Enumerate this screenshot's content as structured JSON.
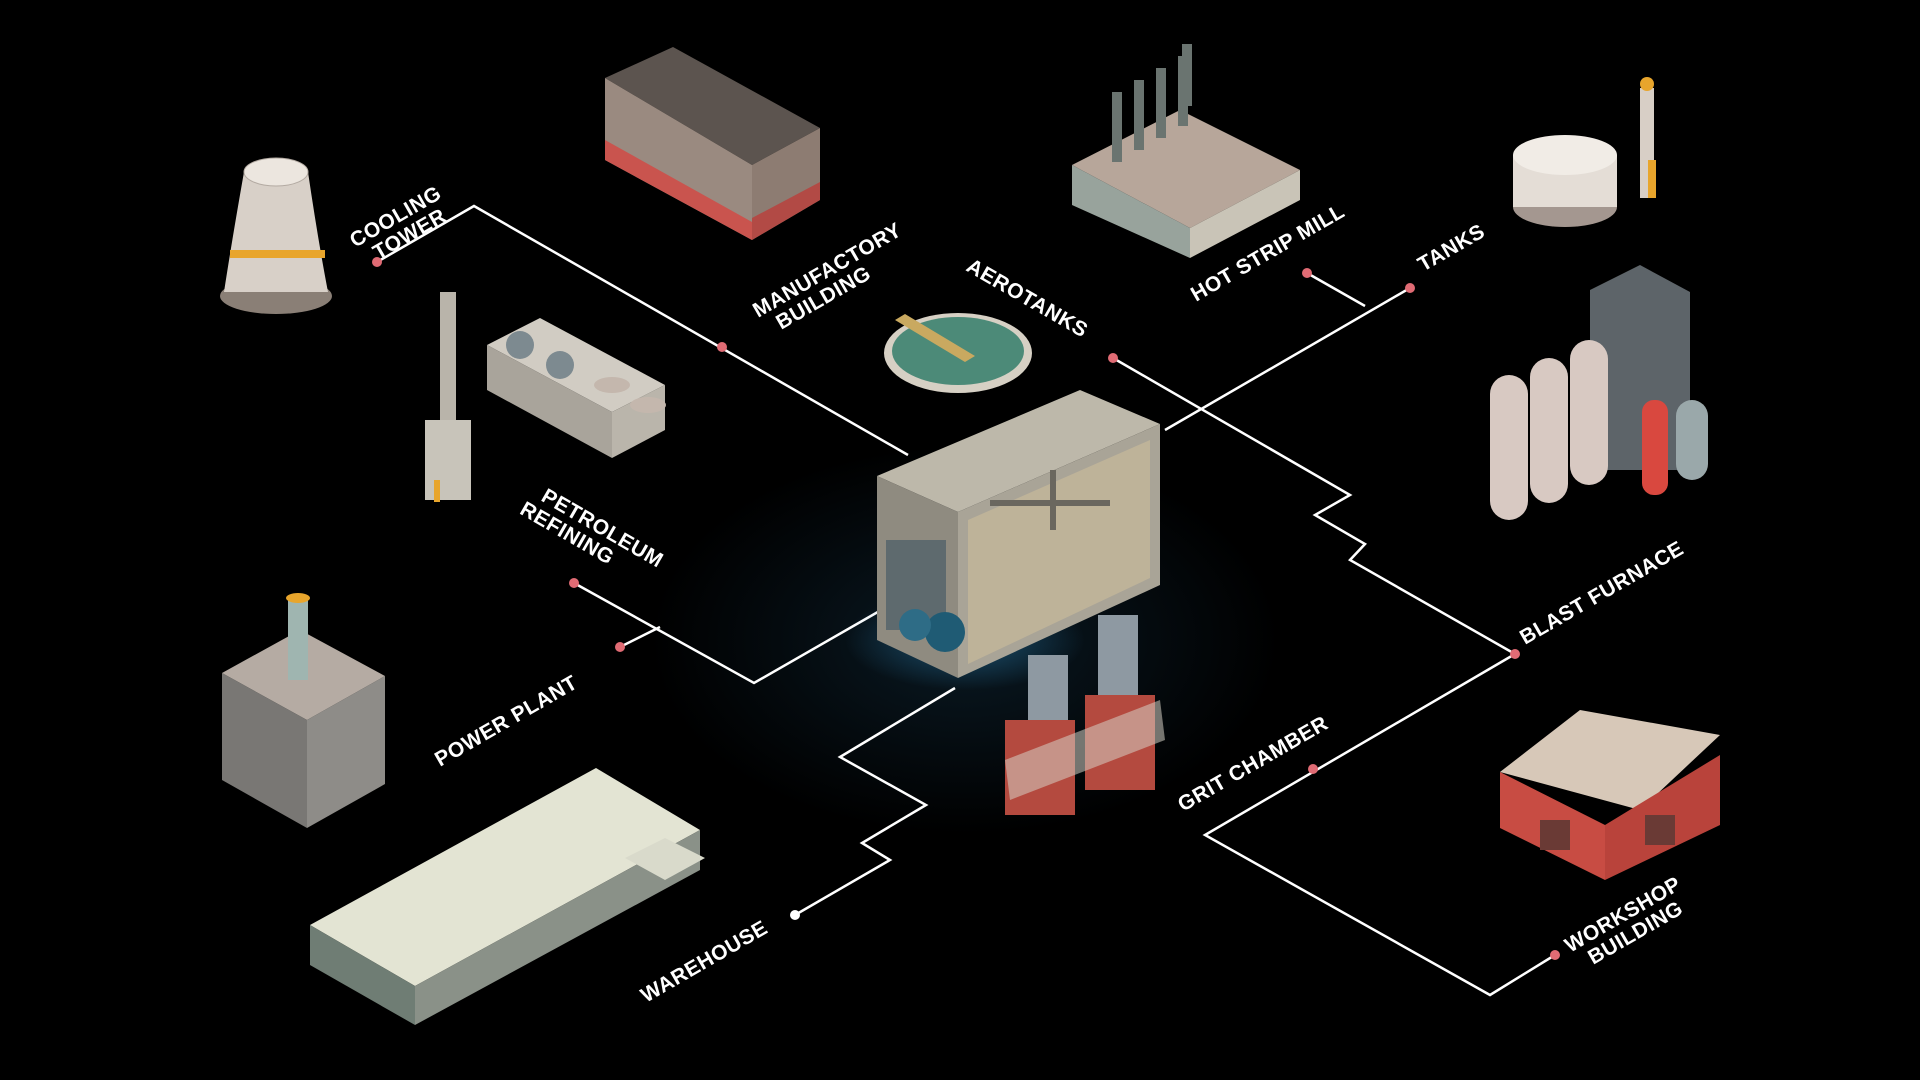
{
  "colors": {
    "background": "#000000",
    "connector": "#ffffff",
    "node_dot": "#e06b74",
    "label": "#ffffff"
  },
  "labels": {
    "cooling_tower": [
      "COOLING",
      "TOWER"
    ],
    "manufactory_building": [
      "MANUFACTORY",
      "BUILDING"
    ],
    "aerotanks": "AEROTANKS",
    "hot_strip_mill": "HOT STRIP MILL",
    "tanks": "TANKS",
    "petroleum_refining": [
      "PETROLEUM",
      "REFINING"
    ],
    "power_plant": "POWER PLANT",
    "blast_furnace": "BLAST FURNACE",
    "grit_chamber": "GRIT CHAMBER",
    "warehouse": "WAREHOUSE",
    "workshop_building": [
      "WORKSHOP",
      "BUILDING"
    ]
  },
  "icons": {
    "center": "container-unit-icon",
    "cooling_tower": "cooling-tower-icon",
    "manufactory_building": "manufactory-building-icon",
    "aerotanks": "aerotank-icon",
    "hot_strip_mill": "hot-strip-mill-icon",
    "tanks": "storage-tank-icon",
    "petroleum_refining": "petroleum-refinery-icon",
    "power_plant": "power-plant-icon",
    "blast_furnace": "blast-furnace-icon",
    "grit_chamber": "grit-chamber-icon",
    "warehouse": "warehouse-icon",
    "workshop_building": "workshop-building-icon"
  }
}
